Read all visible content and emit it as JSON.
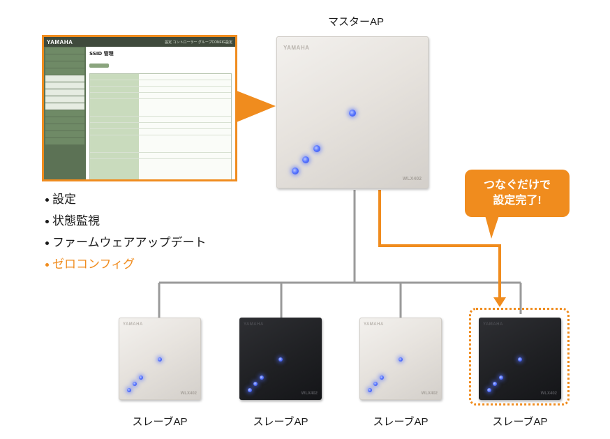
{
  "master": {
    "caption": "マスターAP",
    "logo": "YAMAHA",
    "badge": "WLX402"
  },
  "screenshot": {
    "logo": "YAMAHA",
    "top_nav": "設定 コントローラー  グループCONFIG設定",
    "title": "SSID 管理"
  },
  "features": [
    {
      "label": "設定",
      "highlight": false
    },
    {
      "label": "状態監視",
      "highlight": false
    },
    {
      "label": "ファームウェアアップデート",
      "highlight": false
    },
    {
      "label": "ゼロコンフィグ",
      "highlight": true
    }
  ],
  "callout": {
    "line1": "つなぐだけで",
    "line2": "設定完了!"
  },
  "slaves": [
    {
      "caption": "スレーブAP",
      "color": "white",
      "logo": "YAMAHA",
      "badge": "WLX402"
    },
    {
      "caption": "スレーブAP",
      "color": "black",
      "logo": "YAMAHA",
      "badge": "WLX402"
    },
    {
      "caption": "スレーブAP",
      "color": "white",
      "logo": "YAMAHA",
      "badge": "WLX402"
    },
    {
      "caption": "スレーブAP",
      "color": "black",
      "logo": "YAMAHA",
      "badge": "WLX402"
    }
  ],
  "colors": {
    "accent": "#f08c1e",
    "line": "#9a9a9a",
    "led": "#4c6bff"
  }
}
